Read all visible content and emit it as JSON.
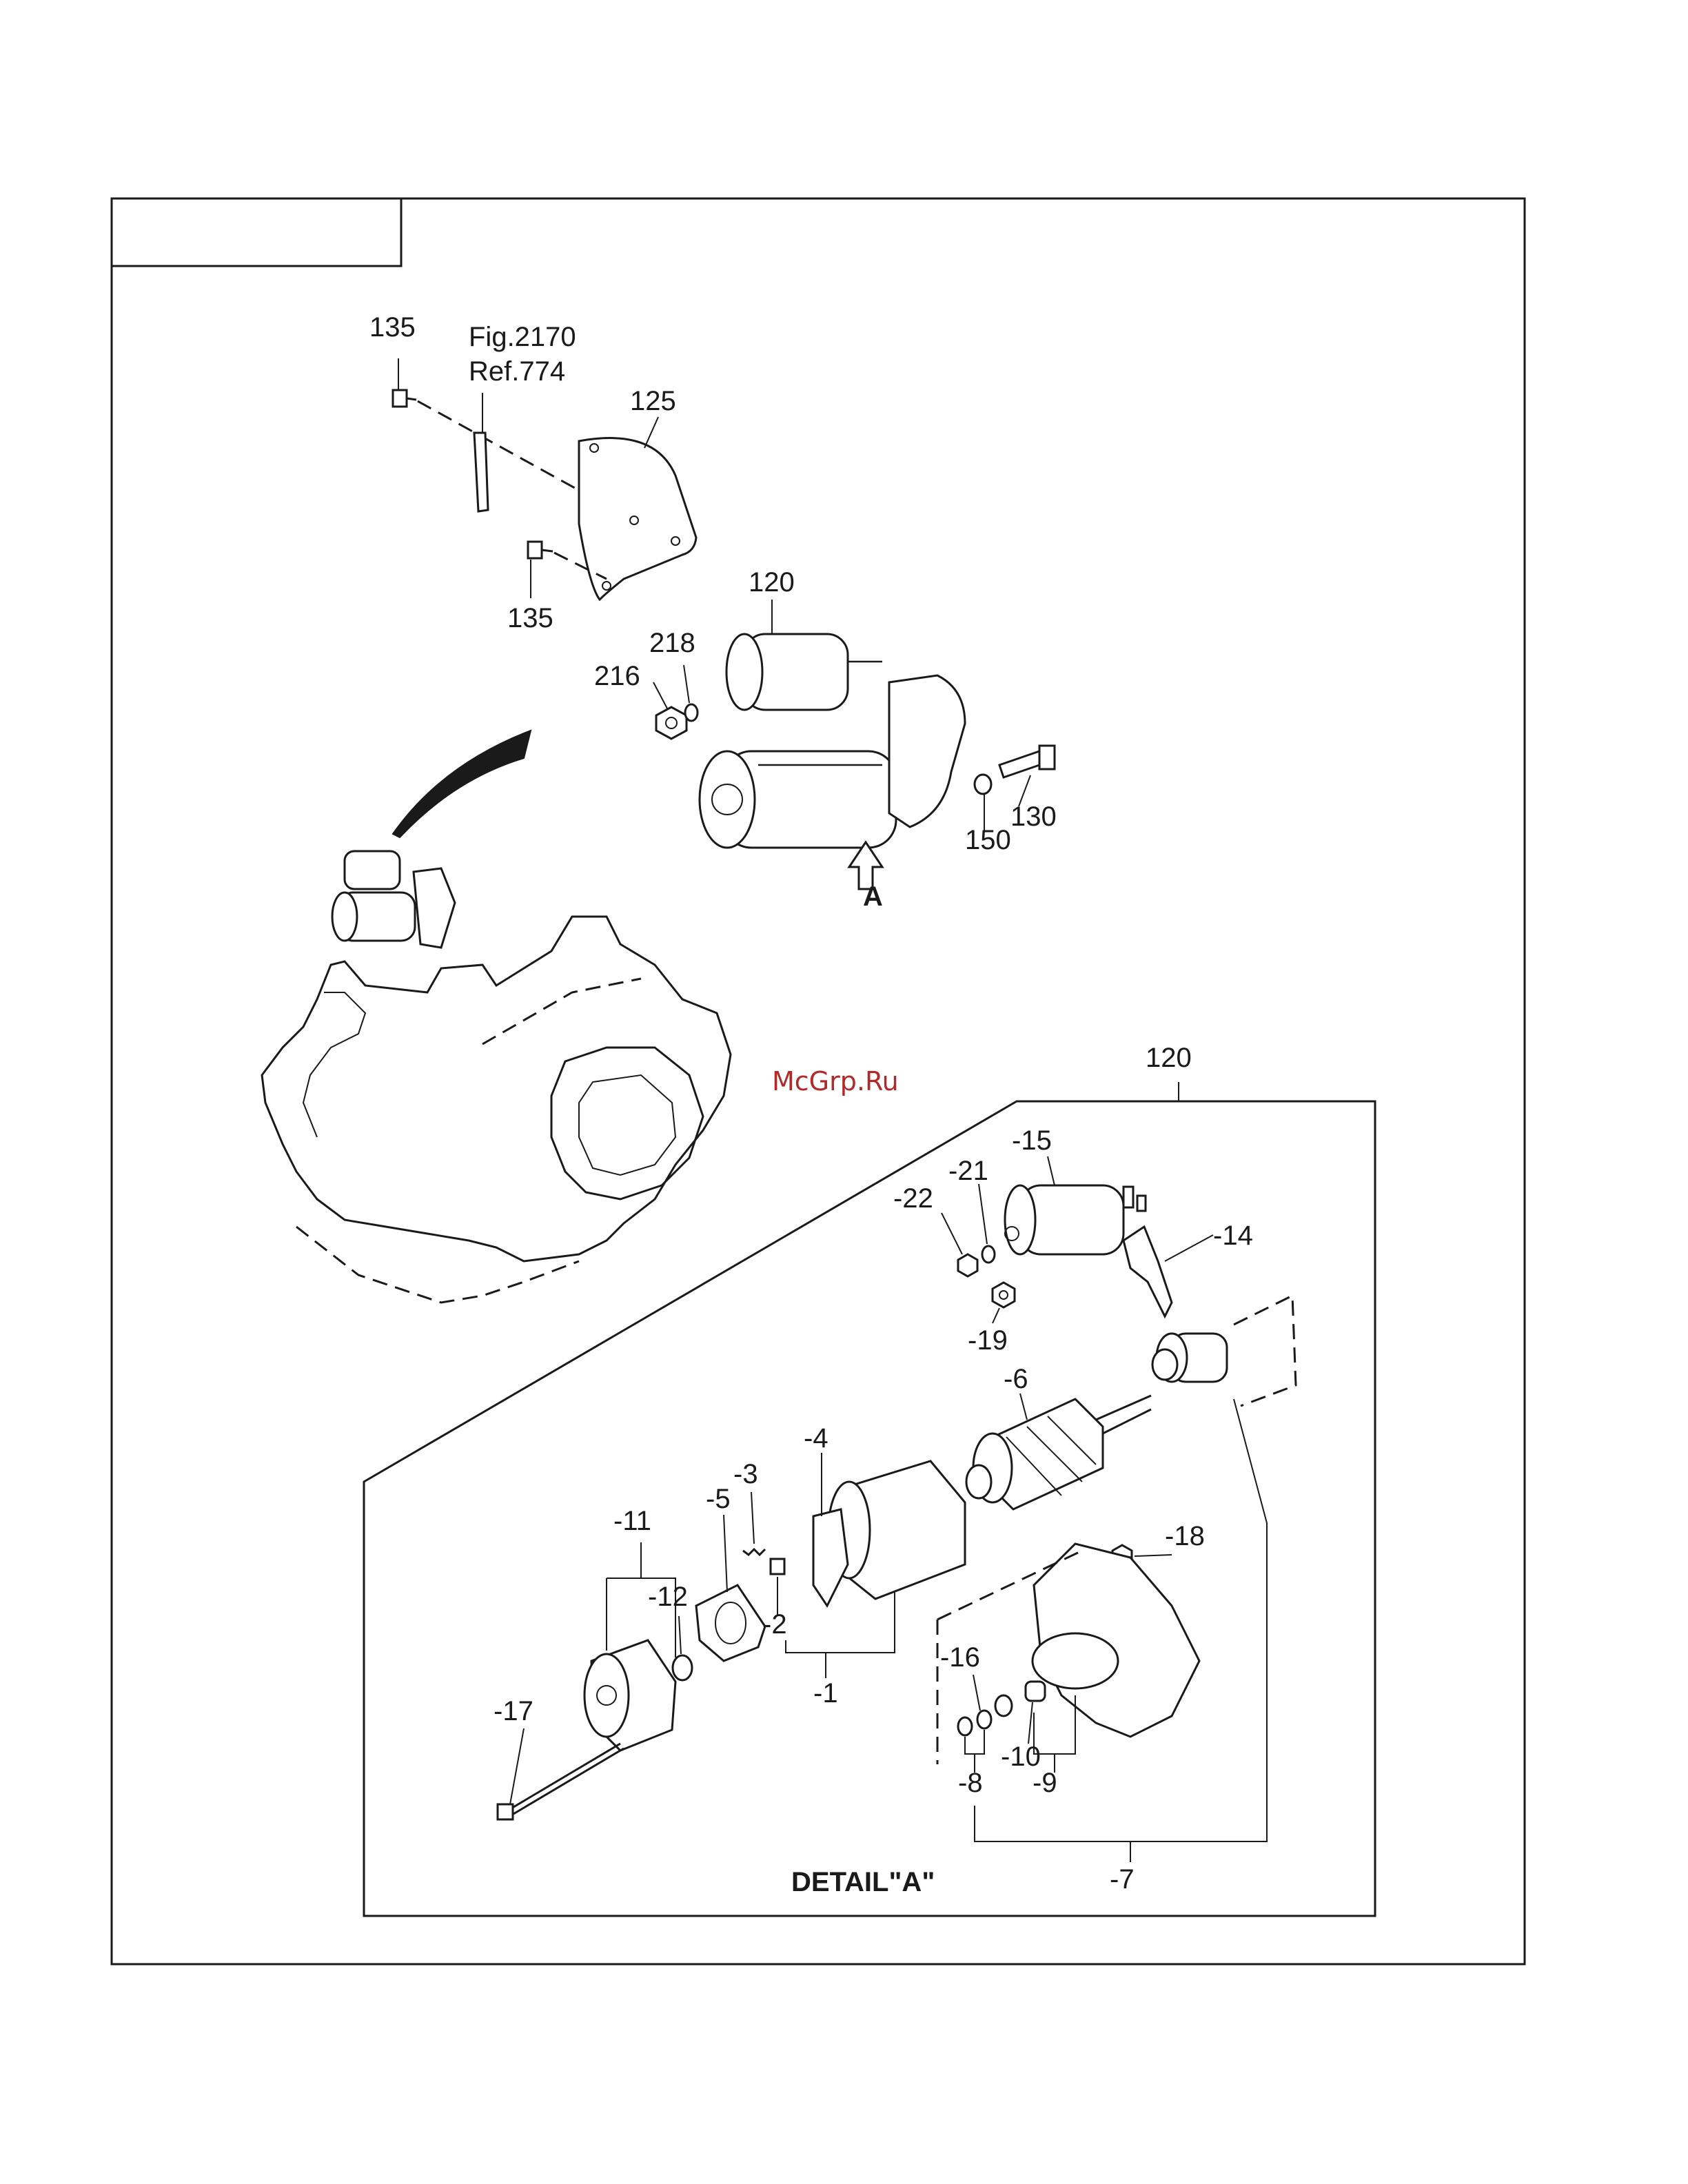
{
  "labels": {
    "l135a": "135",
    "fig": "Fig.2170",
    "ref": "Ref.774",
    "l125": "125",
    "l135b": "135",
    "l120top": "120",
    "l218": "218",
    "l216": "216",
    "l130": "130",
    "l150": "150",
    "arrowA": "A",
    "l120detail": "120",
    "m15": "-15",
    "m21": "-21",
    "m22": "-22",
    "m14": "-14",
    "m19": "-19",
    "m6": "-6",
    "m4": "-4",
    "m3": "-3",
    "m5": "-5",
    "m11": "-11",
    "m12": "-12",
    "m2": "-2",
    "m1": "-1",
    "m18": "-18",
    "m16": "-16",
    "m10": "-10",
    "m17": "-17",
    "m8": "-8",
    "m9": "-9",
    "m7": "-7",
    "detail": "DETAIL\"A\""
  },
  "watermark": "McGrp.Ru",
  "colors": {
    "line": "#1a1a1a",
    "watermark": "#b02a2a",
    "background": "#ffffff"
  }
}
